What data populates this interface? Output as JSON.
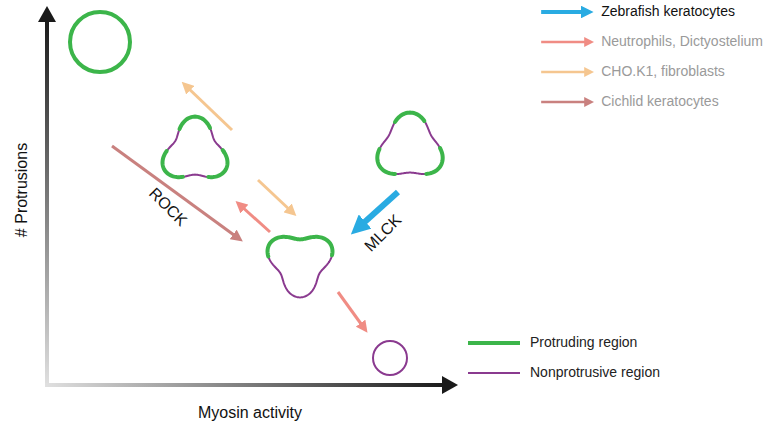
{
  "diagram": {
    "labels": [
      "# Protrusions",
      "ROCK",
      "MLCK",
      "Myosin activity"
    ],
    "legend": [
      {
        "text": "Zebrafish keratocytes"
      },
      {
        "text": "Neutrophils, Dictyostelium"
      },
      {
        "text": "CHO.K1, fibroblasts"
      },
      {
        "text": "Cichlid keratocytes"
      },
      {
        "text": "Protruding region"
      },
      {
        "text": "Nonprotrusive region"
      }
    ]
  }
}
